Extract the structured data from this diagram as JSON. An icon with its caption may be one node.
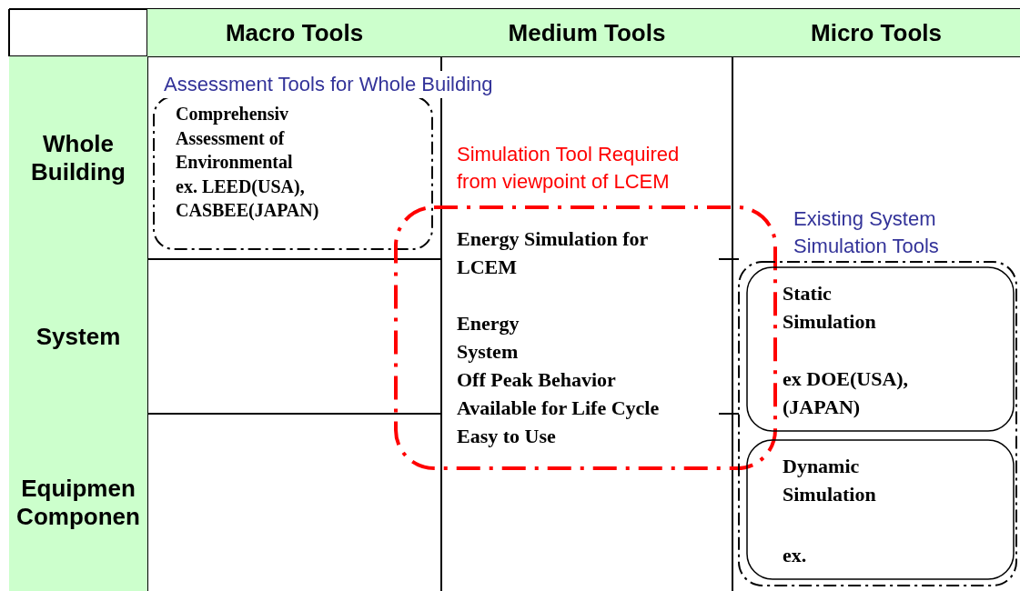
{
  "diagram": {
    "nodes": [
      {
        "text": [
          "Macro Tools"
        ]
      },
      {
        "text": [
          "Medium Tools"
        ]
      },
      {
        "text": [
          "Micro Tools"
        ]
      },
      {
        "text": [
          "Whole Building"
        ]
      },
      {
        "text": [
          "System"
        ]
      },
      {
        "text": [
          "Equipmen Componen"
        ]
      },
      {
        "text": [
          "Assessment Tools for Whole Building",
          "Comprehensiv Assessment of Environmental ex. LEED(USA), CASBEE(JAPAN)"
        ]
      },
      {
        "text": [
          "Simulation Tool Required from viewpoint of LCEM",
          "Energy Simulation for LCEM",
          "Energy",
          "System",
          "Off Peak Behavior",
          "Available for Life Cycle",
          "Easy to Use"
        ]
      },
      {
        "text": [
          "Existing System Simulation Tools"
        ]
      },
      {
        "text": [
          "Static Simulation",
          "ex DOE(USA), (JAPAN)"
        ],
        "in": 8
      },
      {
        "text": [
          "Dynamic Simulation",
          "ex."
        ],
        "in": 8
      }
    ]
  }
}
